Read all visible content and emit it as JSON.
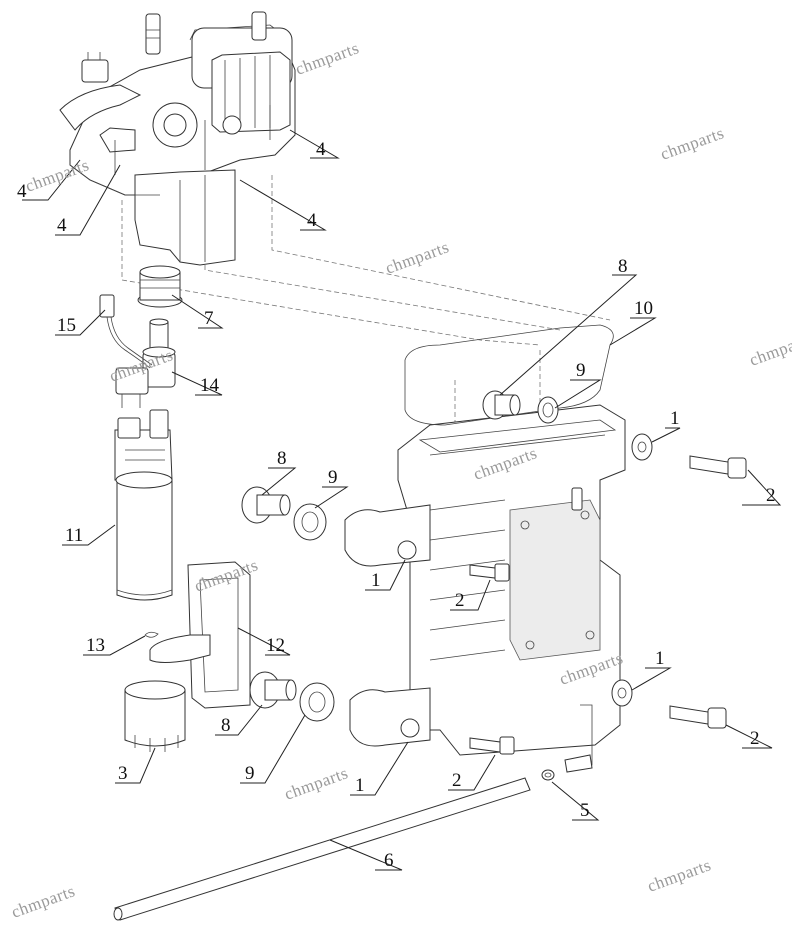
{
  "watermarks": [
    "chmparts",
    "chmparts",
    "chmparts",
    "chmparts",
    "chmparts",
    "chmparts",
    "chmparts",
    "chmparts",
    "chmparts",
    "chmparts"
  ],
  "callouts": [
    {
      "id": "c4a",
      "text": "4"
    },
    {
      "id": "c4b",
      "text": "4"
    },
    {
      "id": "c4c",
      "text": "4"
    },
    {
      "id": "c4d",
      "text": "4"
    },
    {
      "id": "c8a",
      "text": "8"
    },
    {
      "id": "c10",
      "text": "10"
    },
    {
      "id": "c7",
      "text": "7"
    },
    {
      "id": "c15",
      "text": "15"
    },
    {
      "id": "c14",
      "text": "14"
    },
    {
      "id": "c9a",
      "text": "9"
    },
    {
      "id": "c1a",
      "text": "1"
    },
    {
      "id": "c2a",
      "text": "2"
    },
    {
      "id": "c8b",
      "text": "8"
    },
    {
      "id": "c9b",
      "text": "9"
    },
    {
      "id": "c11",
      "text": "11"
    },
    {
      "id": "c1b",
      "text": "1"
    },
    {
      "id": "c2b",
      "text": "2"
    },
    {
      "id": "c12",
      "text": "12"
    },
    {
      "id": "c13",
      "text": "13"
    },
    {
      "id": "c1c",
      "text": "1"
    },
    {
      "id": "c8c",
      "text": "8"
    },
    {
      "id": "c3",
      "text": "3"
    },
    {
      "id": "c9c",
      "text": "9"
    },
    {
      "id": "c2c",
      "text": "2"
    },
    {
      "id": "c1d",
      "text": "1"
    },
    {
      "id": "c2d",
      "text": "2"
    },
    {
      "id": "c5",
      "text": "5"
    },
    {
      "id": "c6",
      "text": "6"
    }
  ]
}
